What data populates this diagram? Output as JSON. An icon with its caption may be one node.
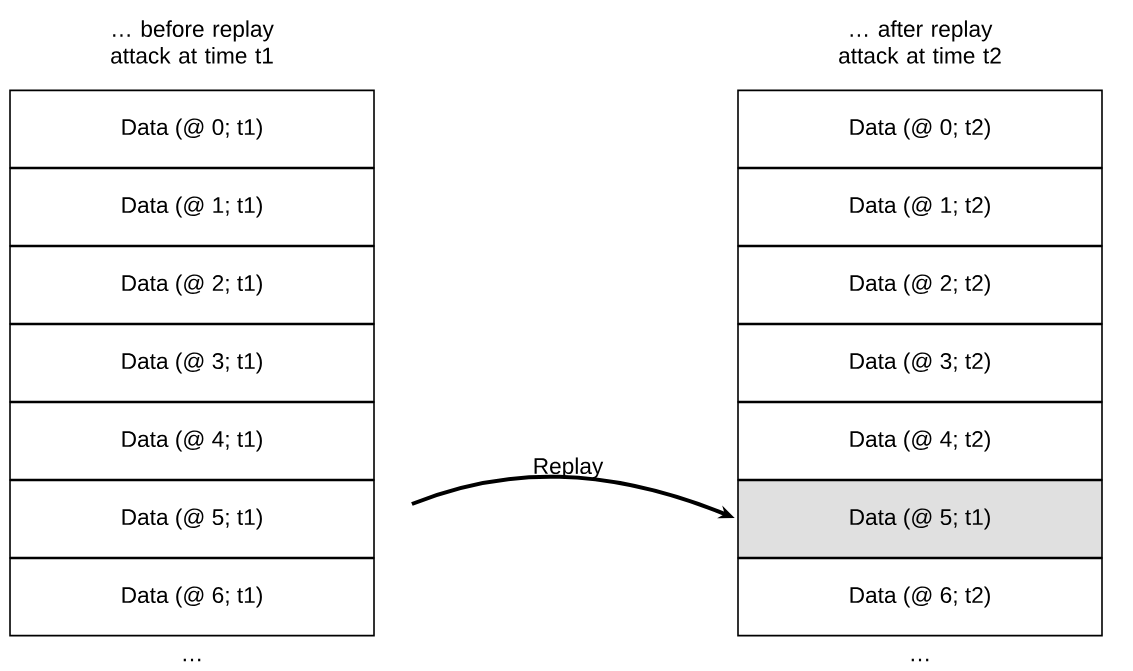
{
  "diagram": {
    "nodes": [
      {
        "text": [
          "Data (@ 0; t1)"
        ]
      },
      {
        "text": [
          "Data (@ 1; t1)"
        ]
      },
      {
        "text": [
          "Data (@ 2; t1)"
        ]
      },
      {
        "text": [
          "Data (@ 3; t1)"
        ]
      },
      {
        "text": [
          "Data (@ 4; t1)"
        ]
      },
      {
        "text": [
          "Data (@ 5; t1)"
        ]
      },
      {
        "text": [
          "Data (@ 6; t1)"
        ]
      },
      {
        "text": [
          "Data (@ 0; t2)"
        ]
      },
      {
        "text": [
          "Data (@ 1; t2)"
        ]
      },
      {
        "text": [
          "Data (@ 2; t2)"
        ]
      },
      {
        "text": [
          "Data (@ 3; t2)"
        ]
      },
      {
        "text": [
          "Data (@ 4; t2)"
        ]
      },
      {
        "text": [
          "Data (@ 5; t1)"
        ]
      },
      {
        "text": [
          "Data (@ 6; t2)"
        ]
      }
    ],
    "edges": [
      {
        "from": 5,
        "to": 12,
        "arrow": "to",
        "label": "Replay"
      }
    ],
    "labels": [
      "… before replay attack at time t1",
      "… after replay attack at time t2",
      "…",
      "…"
    ]
  }
}
